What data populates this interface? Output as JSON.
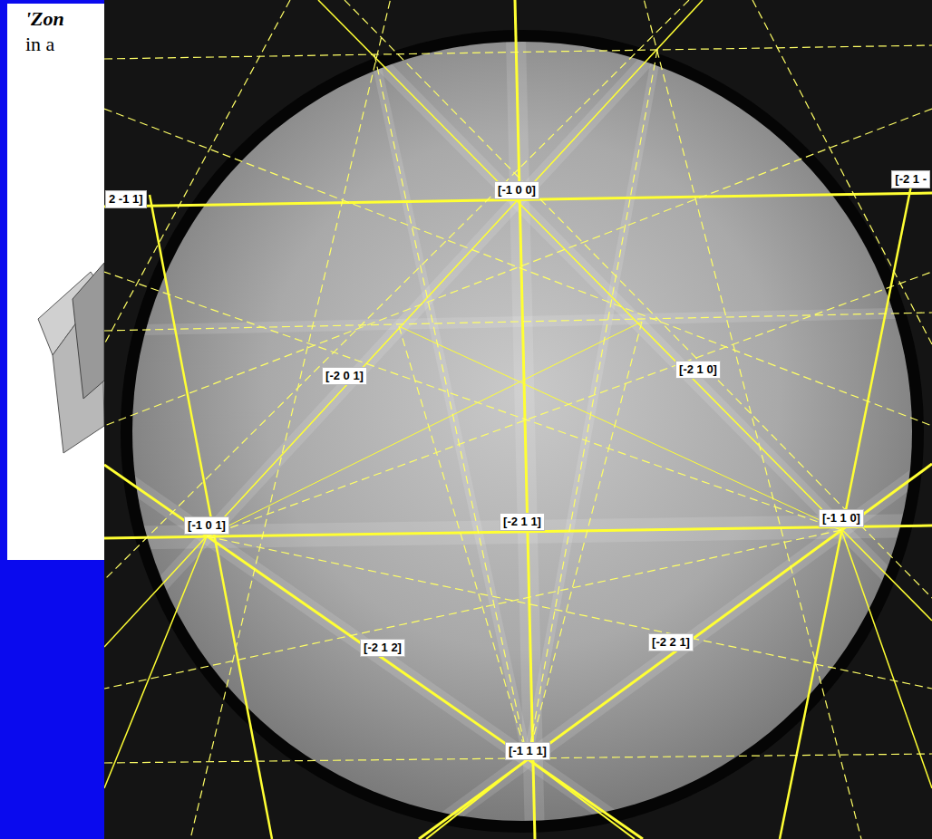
{
  "diagram": {
    "labels": [
      "'Zon",
      "in a",
      "2 -1 1]",
      "[-1 0 0]",
      "[-2 1 -",
      "[-2 0 1]",
      "[-2 1 0]",
      "[-1 0 1]",
      "[-2 1 1]",
      "[-1 1 0]",
      "[-2 1 2]",
      "[-2 2 1]",
      "[-1 1 1]"
    ]
  }
}
